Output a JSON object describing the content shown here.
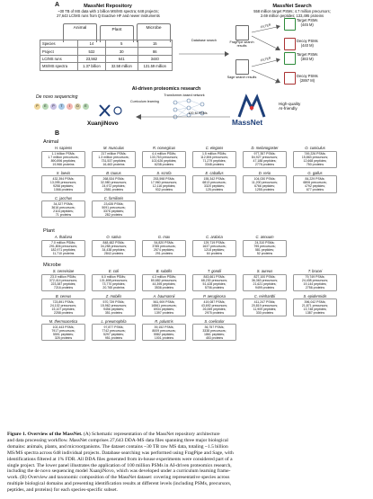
{
  "panel_a": {
    "letter": "A",
    "repository": {
      "title": "MassNet Repository",
      "subtitle_line1": "~30 TB of MS data with 1 billion MS/MS spectra; 648 projects;",
      "subtitle_line2": "27,643 LC/MS runs from Q Exactive HF and newer instruments",
      "categories": [
        "Animal",
        "Plant",
        "Microbe"
      ],
      "table": [
        {
          "label": "Species",
          "values": [
            "14",
            "5",
            "15"
          ]
        },
        {
          "label": "Project",
          "values": [
            "532",
            "30",
            "86"
          ]
        },
        {
          "label": "LC/MS runs",
          "values": [
            "23,562",
            "641",
            "3440"
          ]
        },
        {
          "label": "MS/MS spectra",
          "values": [
            "1.37 billion",
            "32.58 million",
            "131.59 million"
          ]
        }
      ]
    },
    "database_search_label": "Database search",
    "search": {
      "title": "MassNet Search",
      "subtitle_line1": "558 million target PSMs; 4.7 million precursors;",
      "subtitle_line2": "2.69 million peptides; 133,495 proteins",
      "fragpipe_label": "FragPipe search results",
      "sage_label": "Sage search results",
      "filter_label": "FILTER",
      "fragpipe_target": "Target PSMs",
      "fragpipe_target_count": "(445 M)",
      "fragpipe_decoy": "Decoy PSMs",
      "fragpipe_decoy_count": "(440 M)",
      "sage_target": "Target PSMs",
      "sage_target_count": "(383 M)",
      "sage_decoy": "Decoy PSMs",
      "sage_decoy_count": "(2897 M)"
    },
    "ai_title": "AI-driven proteomics research",
    "transformer_label": "Transformer-based network",
    "curriculum_label": "Curriculum learning",
    "psm_flow_label": "100 M PSMs",
    "hq_label_line1": "High-quality",
    "hq_label_line2": "AI-friendly",
    "denovo_label": "De novo sequencing",
    "xuanjinovo_label": "XuanjiNovo",
    "massnet_logo": "MassNet",
    "peptide_letters": [
      "P",
      "E",
      "P",
      "T",
      "I",
      "D",
      "E"
    ]
  },
  "panel_b": {
    "letter": "B",
    "groups": [
      {
        "title": "Animal",
        "species": [
          {
            "name": "H. sapiens",
            "lines": [
              "1.1 billion PSMs;",
              "1.7 million precursors;",
              "890,896 peptides;",
              "19,966 proteins"
            ]
          },
          {
            "name": "M. musculus",
            "lines": [
              "217 million PSMs;",
              "1.3 million precursors;",
              "731,537 peptides;",
              "16,463 proteins"
            ]
          },
          {
            "name": "R. norvegicus",
            "lines": [
              "4.4 million PSMs;",
              "133,763 precursors;",
              "102,626 peptides;",
              "6238 proteins"
            ]
          },
          {
            "name": "C. elegans",
            "lines": [
              "1.5 million PSMs;",
              "112,694 precursors;",
              "71,279 peptides;",
              "3348 proteins"
            ]
          },
          {
            "name": "D. melanogaster",
            "lines": [
              "977,357 PSMs;",
              "84,927 precursors;",
              "47,188 peptides;",
              "2776 proteins"
            ]
          },
          {
            "name": "O. cuniculus",
            "lines": [
              "749,226 PSMs;",
              "15,863 precursors;",
              "12,668 peptides;",
              "750 proteins"
            ]
          },
          {
            "name": "X. laevis",
            "lines": [
              "432,394 PSMs;",
              "13,095 precursors;",
              "9258 peptides;",
              "1066 proteins"
            ]
          },
          {
            "name": "B. taurus",
            "lines": [
              "268,534 PSMs;",
              "32,980 precursors;",
              "24,972 peptides;",
              "2581 proteins"
            ]
          },
          {
            "name": "S. scrofa",
            "lines": [
              "253,598 PSMs;",
              "17,960 precursors;",
              "12,116 peptides;",
              "932 proteins"
            ]
          },
          {
            "name": "E. caballus",
            "lines": [
              "155,342 PSMs;",
              "6813 precursors;",
              "3320 peptides;",
              "125 proteins"
            ]
          },
          {
            "name": "D. rerio",
            "lines": [
              "104,030 PSMs;",
              "11,200 precursors;",
              "6766 peptides;",
              "1255 proteins"
            ]
          },
          {
            "name": "G. gallus",
            "lines": [
              "84,229 PSMs;",
              "6806 precursors;",
              "4792 peptides;",
              "677 proteins"
            ]
          },
          {
            "name": "C. jacchus",
            "lines": [
              "34,327 PSMs;",
              "3616 precursors;",
              "2116 peptides;",
              "71 proteins"
            ]
          },
          {
            "name": "C. familiaris",
            "lines": [
              "23,635 PSMs;",
              "5091 precursors;",
              "3376 peptides;",
              "282 proteins"
            ]
          }
        ]
      },
      {
        "title": "Plant",
        "species": [
          {
            "name": "A. thaliana",
            "lines": [
              "7.0 million PSMs;",
              "291,806 precursors;",
              "182,971 peptides;",
              "11,710 proteins"
            ]
          },
          {
            "name": "O. sativa",
            "lines": [
              "848,482 PSMs;",
              "34,258 precursors;",
              "34,438 peptides;",
              "2842 proteins"
            ]
          },
          {
            "name": "G. max",
            "lines": [
              "54,820 PSMs;",
              "3785 precursors;",
              "2574 peptides;",
              "291 proteins"
            ]
          },
          {
            "name": "C. arabica",
            "lines": [
              "129,719 PSMs;",
              "1637 precursors;",
              "1218 peptides;",
              "64 proteins"
            ]
          },
          {
            "name": "C. annuum",
            "lines": [
              "24,310 PSMs;",
              "795 precursors;",
              "581 peptides;",
              "52 proteins"
            ]
          }
        ]
      },
      {
        "title": "Microbe",
        "species": [
          {
            "name": "S. cerevisiae",
            "lines": [
              "23.0 million PSMs;",
              "372,414 precursors;",
              "223,387 peptides;",
              "7216 proteins"
            ]
          },
          {
            "name": "E. coli",
            "lines": [
              "6.0 million PSMs;",
              "131,698 precursors;",
              "73,770 peptides;",
              "20,765 proteins"
            ]
          },
          {
            "name": "B. subtilis",
            "lines": [
              "4.3 million PSMs;",
              "80,682 precursors;",
              "44,395 peptides;",
              "3536 proteins"
            ]
          },
          {
            "name": "T. gondii",
            "lines": [
              "843,661 PSMs;",
              "68,230 precursors;",
              "51,428 peptides;",
              "5706 proteins"
            ]
          },
          {
            "name": "S. aureus",
            "lines": [
              "827,100 PSMs;",
              "36,363 precursors;",
              "21,621 peptides;",
              "9499 proteins"
            ]
          },
          {
            "name": "T. brucei",
            "lines": [
              "79,749 PSMs;",
              "24,408 precursors;",
              "19,144 peptides;",
              "2756 proteins"
            ]
          },
          {
            "name": "B. cereus",
            "lines": [
              "723,891 PSMs;",
              "24,102 precursors;",
              "15,107 peptides;",
              "2258 proteins"
            ]
          },
          {
            "name": "Z. mobilis",
            "lines": [
              "570,739 PSMs;",
              "15,962 precursors;",
              "9456 peptides;",
              "351 proteins"
            ]
          },
          {
            "name": "A. baumannii",
            "lines": [
              "561,909 PSMs;",
              "16561 precursors;",
              "6934 peptides;",
              "1397 proteins"
            ]
          },
          {
            "name": "P. aeruginosa",
            "lines": [
              "419,087 PSMs;",
              "43,692 precursors;",
              "26,069 peptides;",
              "2975 proteins"
            ]
          },
          {
            "name": "C. reinhardtii",
            "lines": [
              "411,247 PSMs;",
              "20,819 precursors;",
              "11,909 peptides;",
              "330 proteins"
            ]
          },
          {
            "name": "S. epidermidis",
            "lines": [
              "396,042 PSMs;",
              "21,871 precursors;",
              "13,748 peptides;",
              "1387 proteins"
            ]
          },
          {
            "name": "M. thermoacetica",
            "lines": [
              "102,443 PSMs;",
              "7917 precursors;",
              "5591 peptides;",
              "325 proteins"
            ]
          },
          {
            "name": "L. pneumophila",
            "lines": [
              "97,877 PSMs;",
              "7742 precursors;",
              "5297 peptides;",
              "951 proteins"
            ]
          },
          {
            "name": "R. palustris",
            "lines": [
              "39,152 PSMs;",
              "8009 precursors;",
              "5582 peptides;",
              "1001 proteins"
            ]
          },
          {
            "name": "S. coelicolor",
            "lines": [
              "36,757 PSMs;",
              "3338 precursors;",
              "1861 peptides;",
              "453 proteins"
            ]
          }
        ]
      }
    ]
  },
  "caption": {
    "lines": [
      {
        "bold": "Figure 1. Overview of the MassNet.",
        "text": " (A) Schematic representation of the MassNet repository architecture"
      },
      {
        "text": "and data processing workflow. MassNet comprises 27,643 DDA-MS data files spanning three major biological"
      },
      {
        "text": "domains: animals, plants, and microorganisms. The dataset contains ~30 TB raw MS data, totaling ~1.5 billion"
      },
      {
        "text": "MS/MS spectra across 648 individual projects. Database searching was performed using FragPipe and Sage, with"
      },
      {
        "text": "identifications filtered at 1% FDR. All DDA files generated from in-house experiments were considered part of a"
      },
      {
        "text": "single project. The lower panel illustrates the application of 100 million PSMs in AI-driven proteomics research,"
      },
      {
        "text": "including the de novo sequencing model XuanjiNovo, which was developed under a curriculum learning frame-"
      },
      {
        "text": "work. (B) Overview and taxonomic composition of the MassNet dataset: covering representative species across"
      },
      {
        "text": "multiple biological domains and presenting identification results at different levels (including PSMs, precursors,"
      },
      {
        "text": "peptides, and proteins) for each species-specific subset."
      }
    ]
  }
}
